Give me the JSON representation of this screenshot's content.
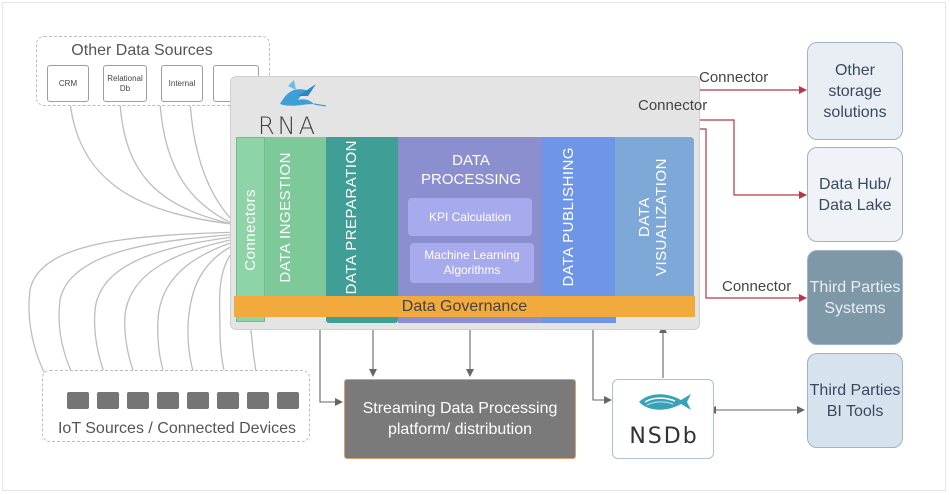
{
  "other_sources": {
    "title": "Other Data Sources",
    "items": [
      "CRM",
      "Relational Db",
      "Internal",
      "..."
    ]
  },
  "iot": {
    "title": "IoT Sources / Connected Devices",
    "device_count": 8
  },
  "platform": {
    "logo": "RNA",
    "connectors": "Connectors",
    "ingestion": "DATA INGESTION",
    "preparation": "DATA PREPARATION",
    "processing": {
      "title": "DATA PROCESSING",
      "kpi": "KPI Calculation",
      "ml": "Machine Learning Algorithms"
    },
    "publishing": "DATA PUBLISHING",
    "visualization": "DATA VISUALIZATION",
    "governance": "Data Governance"
  },
  "streaming": "Streaming Data Processing platform/ distribution",
  "nsdb_logo": "NSDb",
  "targets": {
    "storage": "Other storage solutions",
    "hub": "Data Hub/ Data Lake",
    "third_systems": "Third Parties Systems",
    "bi_tools": "Third Parties BI Tools"
  },
  "connector_labels": [
    "Connector",
    "Connector",
    "Connector"
  ],
  "colors": {
    "connectors": "#8fd3a8",
    "ingestion": "#7ec99a",
    "preparation": "#3f9e96",
    "processing": "#8b8fcf",
    "processing_inner": "#a7abee",
    "publishing": "#6e95e8",
    "visualization": "#7ea8d8",
    "governance": "#f2aa3c",
    "streaming": "#7a7a7a",
    "connector_line": "#b23a48"
  }
}
